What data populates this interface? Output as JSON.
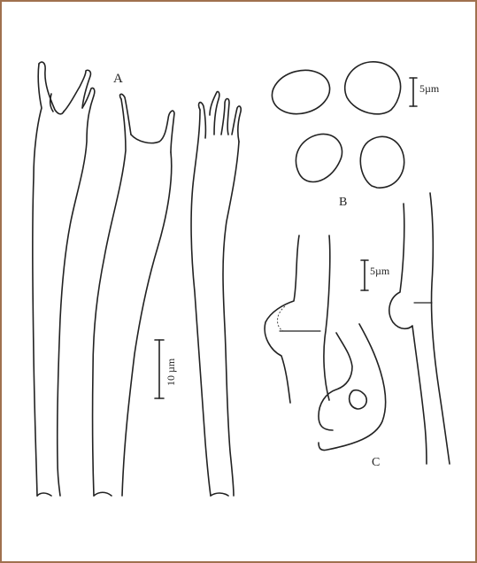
{
  "colors": {
    "border": "#a0714f",
    "ink": "#222222",
    "background": "#ffffff"
  },
  "labels": {
    "panel_a": "A",
    "panel_b": "B",
    "panel_c": "C"
  },
  "scale_bars": {
    "a": "10 µm",
    "b": "5µm",
    "c": "5µm"
  }
}
